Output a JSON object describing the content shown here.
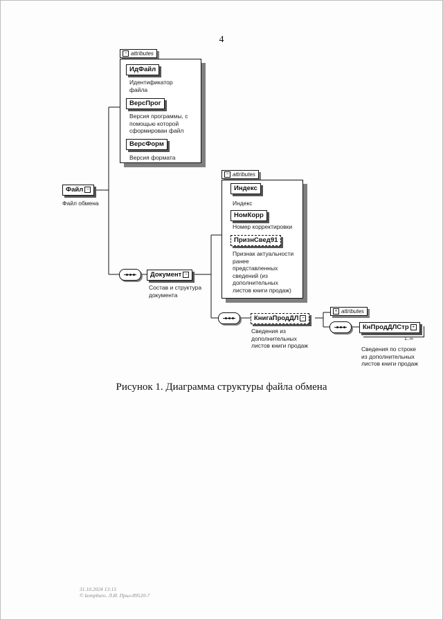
{
  "page": {
    "number": "4",
    "caption": "Рисунок 1. Диаграмма структуры файла обмена"
  },
  "root": {
    "name": "Файл",
    "desc": "Файл обмена",
    "attributes_label": "attributes",
    "attributes": [
      {
        "name": "ИдФайл",
        "desc": [
          "Идентификатор",
          "файла"
        ]
      },
      {
        "name": "ВерсПрог",
        "desc": [
          "Версия программы, с",
          "помощью которой",
          "сформирован файл"
        ]
      },
      {
        "name": "ВерсФорм",
        "desc": [
          "Версия формата"
        ]
      }
    ]
  },
  "document": {
    "name": "Документ",
    "desc": [
      "Состав и структура",
      "документа"
    ],
    "attributes_label": "attributes",
    "attributes": [
      {
        "name": "Индекс",
        "desc": [
          "Индекс"
        ]
      },
      {
        "name": "НомКорр",
        "desc": [
          "Номер корректировки"
        ]
      },
      {
        "name": "ПризнСвед91",
        "desc": [
          "Признак актуальности",
          "ранее",
          "представленных",
          "сведений (из",
          "дополнительных",
          "листов книги продаж)"
        ]
      }
    ]
  },
  "book": {
    "name": "КнигаПродДЛ",
    "desc": [
      "Сведения из",
      "дополнительных",
      "листов книги продаж"
    ],
    "attributes_label": "attributes"
  },
  "row": {
    "name": "КнПродДЛСтр",
    "cardinality": "1..∞",
    "desc": [
      "Сведения по строке",
      "из дополнительных",
      "листов книги продаж"
    ]
  },
  "footer": {
    "line1": "31.10.2024 13:15",
    "line2": "© kompburo. Л.И. Прил-89520-7"
  }
}
